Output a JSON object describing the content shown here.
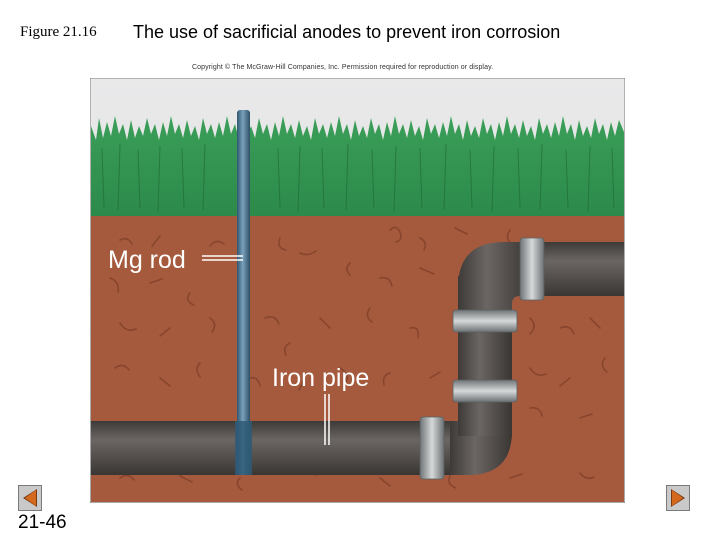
{
  "slide": {
    "figure_label": "Figure 21.16",
    "title": "The use of sacrificial anodes to prevent iron corrosion",
    "copyright": "Copyright © The McGraw-Hill Companies, Inc. Permission required for reproduction or display.",
    "slide_number": "21-46"
  },
  "diagram": {
    "labels": {
      "mg_rod": "Mg rod",
      "iron_pipe": "Iron pipe"
    },
    "colors": {
      "soil": "#a55a3d",
      "grass": "#2f9a4e",
      "mg_rod": "#4e7792",
      "iron_pipe": "#55504d",
      "pipe_collar": "#9fa3a4"
    }
  },
  "navigation": {
    "prev_icon": "triangle-left-icon",
    "next_icon": "triangle-right-icon"
  }
}
